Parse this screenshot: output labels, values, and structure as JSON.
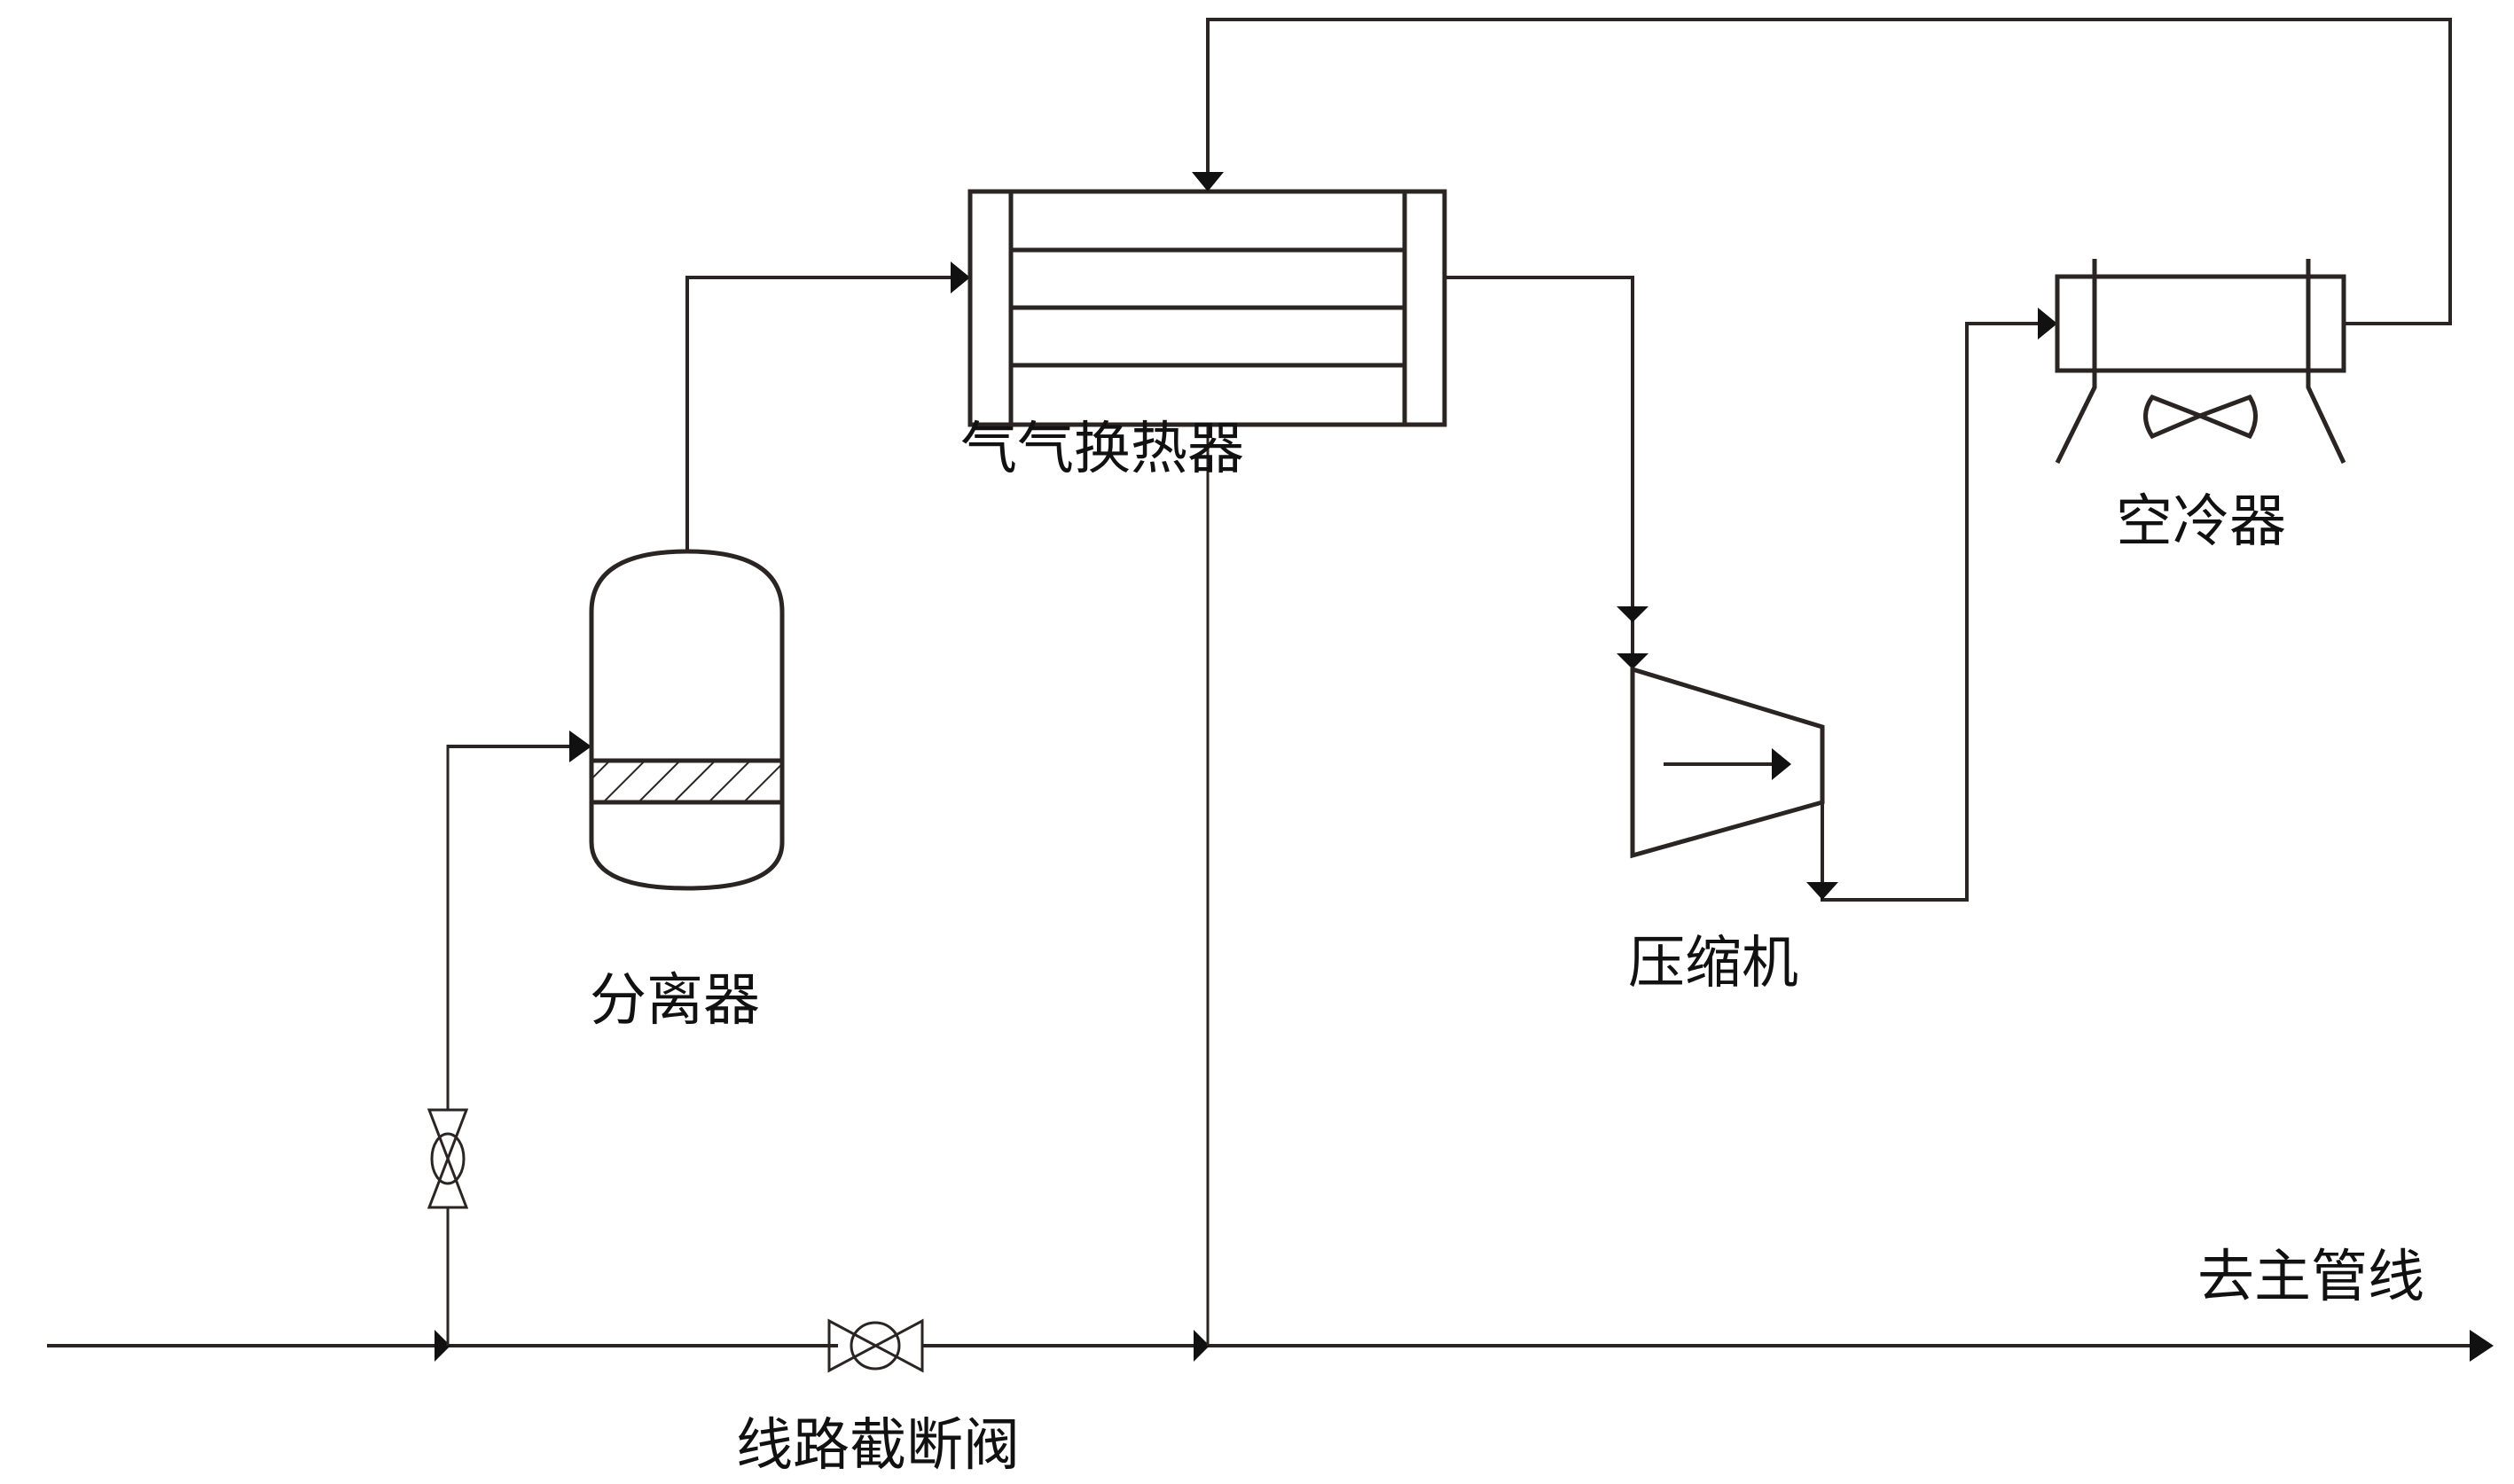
{
  "diagram": {
    "type": "process-flow",
    "labels": {
      "heat_exchanger": "气气换热器",
      "air_cooler": "空冷器",
      "separator": "分离器",
      "compressor": "压缩机",
      "line_block_valve": "线路截断阀",
      "to_main_pipeline": "去主管线"
    },
    "equipment": [
      {
        "id": "separator",
        "name": "分离器",
        "kind": "vertical vessel with hatched mesh pad"
      },
      {
        "id": "heat_exchanger",
        "name": "气气换热器",
        "kind": "shell-and-tube"
      },
      {
        "id": "compressor",
        "name": "压缩机",
        "kind": "compressor"
      },
      {
        "id": "air_cooler",
        "name": "空冷器",
        "kind": "fin-fan cooler"
      },
      {
        "id": "line_block_valve",
        "name": "线路截断阀",
        "kind": "gate valve"
      },
      {
        "id": "branch_valve",
        "name": "",
        "kind": "gate valve"
      }
    ],
    "flows": [
      {
        "from": "main-inlet",
        "to": "branch_valve"
      },
      {
        "from": "branch_valve",
        "to": "separator"
      },
      {
        "from": "separator",
        "to": "heat_exchanger"
      },
      {
        "from": "heat_exchanger",
        "to": "compressor"
      },
      {
        "from": "compressor",
        "to": "air_cooler"
      },
      {
        "from": "air_cooler",
        "to": "heat_exchanger"
      },
      {
        "from": "heat_exchanger",
        "to": "main-line"
      },
      {
        "from": "main-inlet",
        "to": "line_block_valve"
      },
      {
        "from": "main-line",
        "to": "to_main_pipeline"
      }
    ]
  }
}
